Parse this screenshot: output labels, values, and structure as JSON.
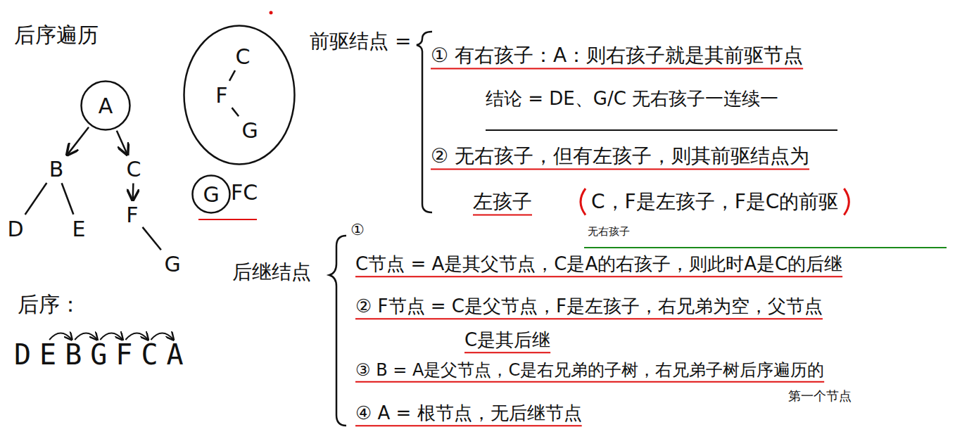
{
  "diagram": {
    "title": "后序遍历",
    "nodes": [
      {
        "text": [
          "A"
        ]
      },
      {
        "text": [
          "B"
        ]
      },
      {
        "text": [
          "D"
        ]
      },
      {
        "text": [
          "E"
        ]
      },
      {
        "text": [
          "C"
        ]
      },
      {
        "text": [
          "F"
        ]
      },
      {
        "text": [
          "G"
        ]
      },
      {
        "text": []
      },
      {
        "text": [
          "C"
        ],
        "in": 7
      },
      {
        "text": [
          "F"
        ],
        "in": 7
      },
      {
        "text": [
          "G"
        ],
        "in": 7
      },
      {
        "text": [
          "G"
        ]
      }
    ],
    "edges": [
      {
        "from": 0,
        "to": 1,
        "arrow": "to"
      },
      {
        "from": 0,
        "to": 4,
        "arrow": "to"
      },
      {
        "from": 1,
        "to": 2,
        "arrow": "none"
      },
      {
        "from": 1,
        "to": 3,
        "arrow": "none"
      },
      {
        "from": 4,
        "to": 5,
        "arrow": "to"
      },
      {
        "from": 5,
        "to": 6,
        "arrow": "none"
      },
      {
        "from": 8,
        "to": 9,
        "arrow": "none"
      },
      {
        "from": 9,
        "to": 10,
        "arrow": "none"
      }
    ],
    "labels": [
      "FC",
      "后序：",
      "DEBGFCA",
      "前驱结点 =",
      "① 有右孩子：A：则右孩子就是其前驱节点",
      "结论 = DE、G/C 无右孩子一连续一",
      "② 无右孩子，但有左孩子，则其前驱结点为",
      "左孩子",
      "C，F是左孩子，F是C的前驱",
      "无右孩子",
      "后继结点",
      "①",
      "C节点 = A是其父节点，C是A的右孩子，则此时A是C的后继",
      "② F节点 = C是父节点，F是左孩子，右兄弟为空，父节点",
      "C是其后继",
      "③ B = A是父节点，C是右兄弟的子树，右兄弟子树后序遍历的",
      "第一个节点",
      "④ A = 根节点，无后继节点"
    ]
  }
}
